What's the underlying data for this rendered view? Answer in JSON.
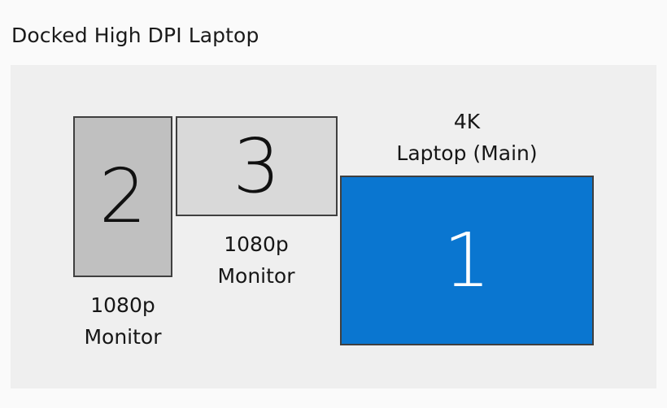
{
  "slide": {
    "title": "Docked High DPI Laptop",
    "background_color": "#fafafa",
    "panel_color": "#efefef"
  },
  "displays": [
    {
      "id": "laptop-1",
      "number": "1",
      "caption_line_1": "4K",
      "caption_line_2": "Laptop (Main)",
      "caption_position": "above",
      "orientation": "landscape",
      "fill_color": "#0a76d0",
      "border_color": "#3f3f3f",
      "number_color": "#ffffff",
      "role": "main"
    },
    {
      "id": "monitor-2",
      "number": "2",
      "caption_line_1": "1080p",
      "caption_line_2": "Monitor",
      "caption_position": "below",
      "orientation": "portrait",
      "fill_color": "#c0c0c0",
      "border_color": "#3f3f3f",
      "number_color": "#111111",
      "role": "secondary"
    },
    {
      "id": "monitor-3",
      "number": "3",
      "caption_line_1": "1080p",
      "caption_line_2": "Monitor",
      "caption_position": "below",
      "orientation": "landscape",
      "fill_color": "#d9d9d9",
      "border_color": "#3f3f3f",
      "number_color": "#111111",
      "role": "secondary"
    }
  ]
}
